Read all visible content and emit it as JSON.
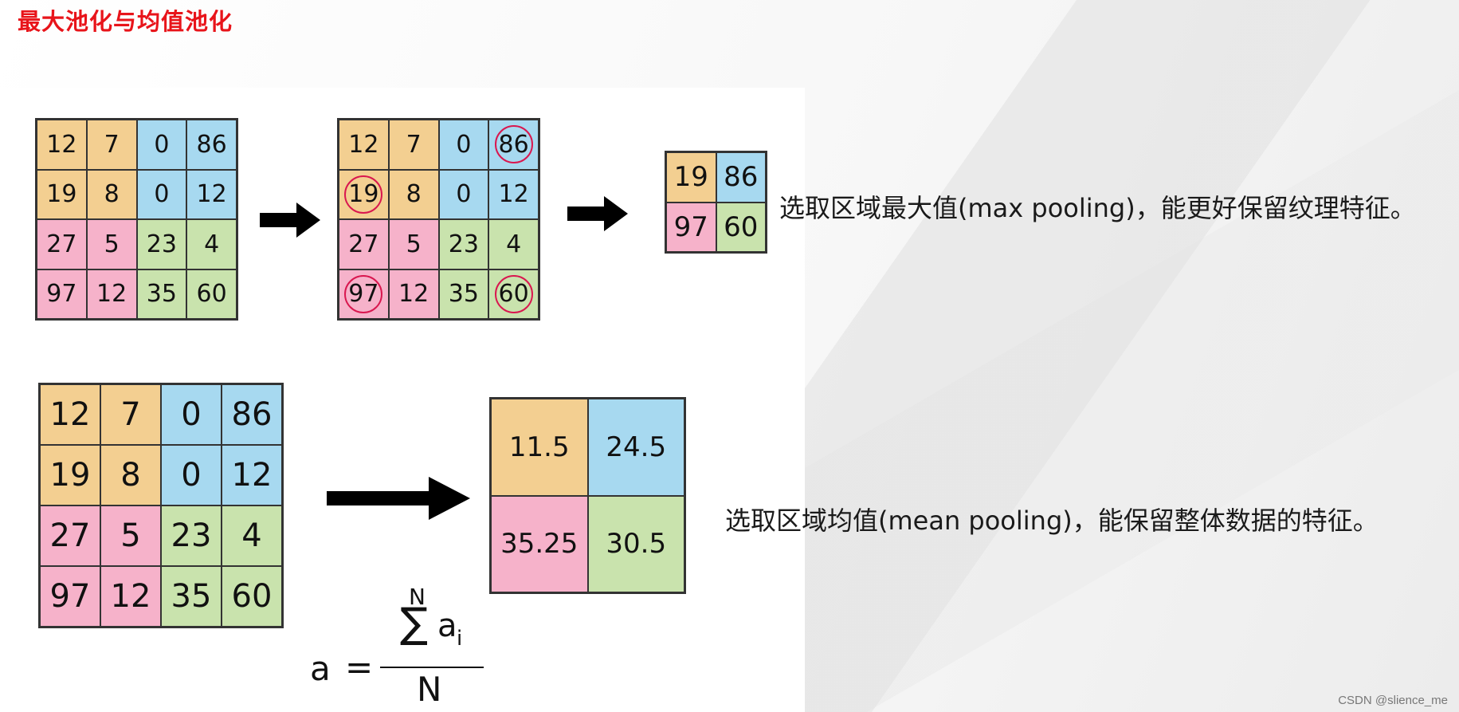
{
  "title": "最大池化与均值池化",
  "max_pooling": {
    "input": [
      "12",
      "7",
      "0",
      "86",
      "19",
      "8",
      "0",
      "12",
      "27",
      "5",
      "23",
      "4",
      "97",
      "12",
      "35",
      "60"
    ],
    "highlighted": [
      "12",
      "7",
      "0",
      "86",
      "19",
      "8",
      "0",
      "12",
      "27",
      "5",
      "23",
      "4",
      "97",
      "12",
      "35",
      "60"
    ],
    "output": [
      "19",
      "86",
      "97",
      "60"
    ],
    "caption": "选取区域最大值(max pooling)，能更好保留纹理特征。"
  },
  "mean_pooling": {
    "input": [
      "12",
      "7",
      "0",
      "86",
      "19",
      "8",
      "0",
      "12",
      "27",
      "5",
      "23",
      "4",
      "97",
      "12",
      "35",
      "60"
    ],
    "output": [
      "11.5",
      "24.5",
      "35.25",
      "30.5"
    ],
    "caption": "选取区域均值(mean pooling)，能保留整体数据的特征。"
  },
  "formula": {
    "lhs": "a",
    "eq": "=",
    "sigma": "∑",
    "upper": "N",
    "term": "a",
    "sub": "i",
    "denominator": "N"
  },
  "colors": {
    "title": "#e8141a",
    "yellow": "#f3cf91",
    "blue": "#a7d9f0",
    "pink": "#f6b2ca",
    "green": "#c9e3ad",
    "highlight_ring": "#d9174f"
  },
  "watermark": "CSDN @slience_me"
}
